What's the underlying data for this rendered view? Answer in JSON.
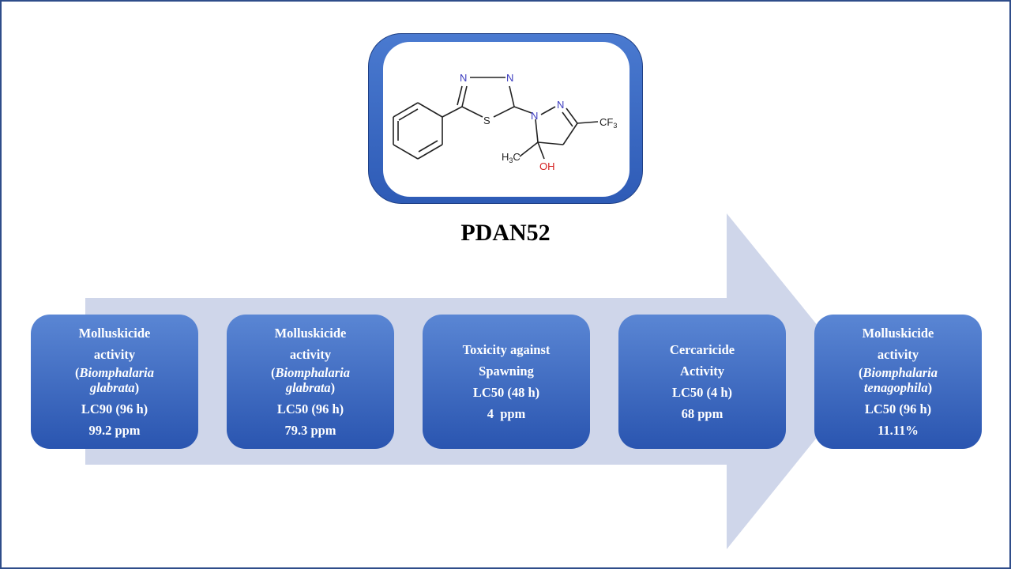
{
  "compound": {
    "name": "PDAN52",
    "atoms": {
      "n1": "N",
      "n2": "N",
      "s": "S",
      "n3": "N",
      "n4": "N",
      "cf3": "CF",
      "cf3_sub": "3",
      "h3c_h": "H",
      "h3c_sub": "3",
      "h3c_c": "C",
      "oh": "OH"
    }
  },
  "steps": [
    {
      "line1": "Molluskicide",
      "line2": "activity",
      "species_open": "(",
      "species": "Biomphalaria",
      "species2": "glabrata",
      "species_close": ")",
      "metric": "LC90 (96 h)",
      "value": "99.2 ppm"
    },
    {
      "line1": "Molluskicide",
      "line2": "activity",
      "species_open": "(",
      "species": "Biomphalaria",
      "species2": "glabrata",
      "species_close": ")",
      "metric": "LC50 (96 h)",
      "value": "79.3 ppm"
    },
    {
      "line1": "Toxicity against",
      "line2": "Spawning",
      "metric": "LC50 (48 h)",
      "value": "4  ppm"
    },
    {
      "line1": "Cercaricide",
      "line2": "Activity",
      "metric": "LC50 (4 h)",
      "value": "68 ppm"
    },
    {
      "line1": "Molluskicide",
      "line2": "activity",
      "species_open": "(",
      "species": "Biomphalaria",
      "species2": "tenagophila",
      "species_close": ")",
      "metric": "LC50 (96 h)",
      "value": "11.11%"
    }
  ],
  "colors": {
    "arrow": "#cfd6ea",
    "box_top": "#5a86d4",
    "box_bottom": "#2a55b0",
    "nitrogen": "#3b3bbf",
    "oxygen": "#d42020"
  }
}
